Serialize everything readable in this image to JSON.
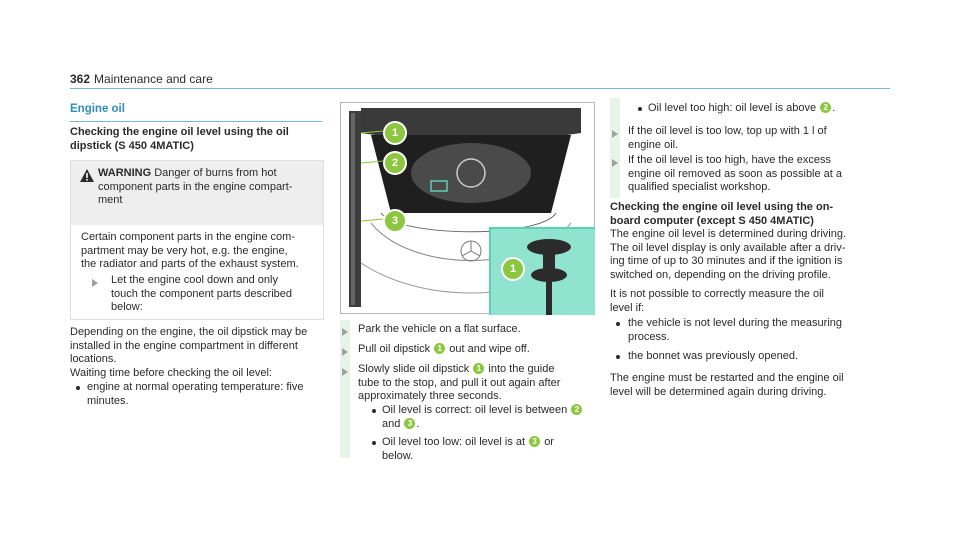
{
  "header": {
    "page_number": "362",
    "section": "Maintenance and care"
  },
  "left": {
    "title": "Engine oil",
    "subheading": "Checking the engine oil level using the oil dipstick (S 450 4MATIC)",
    "warning": {
      "label": "WARNING",
      "text_line1": "Danger of burns from hot",
      "text_line2": "component parts in the engine compart-",
      "text_line3": "ment",
      "body_line1": "Certain component parts in the engine com-",
      "body_line2": "partment may be very hot, e.g. the engine,",
      "body_line3": "the radiator and parts of the exhaust system.",
      "step_line1": "Let the engine cool down and only",
      "step_line2": "touch the component parts described",
      "step_line3": "below:"
    },
    "para1_line1": "Depending on the engine, the oil dipstick may be",
    "para1_line2": "installed in the engine compartment in different",
    "para1_line3": "locations.",
    "para2": "Waiting time before checking the oil level:",
    "bullet1_line1": "engine at normal operating temperature: five",
    "bullet1_line2": "minutes."
  },
  "figure": {
    "labels": [
      "1",
      "2",
      "3"
    ],
    "inset_label": "1"
  },
  "middle": {
    "step1": "Park the vehicle on a flat surface.",
    "step2_a": "Pull oil dipstick",
    "step2_b": "out and wipe off.",
    "step3_line1a": "Slowly slide oil dipstick",
    "step3_line1b": "into the guide",
    "step3_line2": "tube to the stop, and pull it out again after",
    "step3_line3": "approximately three seconds.",
    "b1_a": "Oil level is correct: oil level is between",
    "b1_b": "and",
    "b2_a": "Oil level too low: oil level is at",
    "b2_b": "or",
    "b2_c": "below."
  },
  "right": {
    "b1": "Oil level too high: oil level is above",
    "step1_line1": "If the oil level is too low, top up with 1 l of",
    "step1_line2": "engine oil.",
    "step2_line1": "If the oil level is too high, have the excess",
    "step2_line2": "engine oil removed as soon as possible at a",
    "step2_line3": "qualified specialist workshop.",
    "subheading_line1": "Checking the engine oil level using the on-",
    "subheading_line2": "board computer (except S 450 4MATIC)",
    "p1": [
      "The engine oil level is determined during driving.",
      "The oil level display is only available after a driv-",
      "ing time of up to 30 minutes and if the ignition is",
      "switched on, depending on the driving profile."
    ],
    "p2": [
      "It is not possible to correctly measure the oil",
      "level if:"
    ],
    "b2_line1": "the vehicle is not level during the measuring",
    "b2_line2": "process.",
    "b3": "the bonnet was previously opened.",
    "p3": [
      "The engine must be restarted and the engine oil",
      "level will be determined again during driving."
    ]
  },
  "badges": {
    "one": "1",
    "two": "2",
    "three": "3"
  }
}
